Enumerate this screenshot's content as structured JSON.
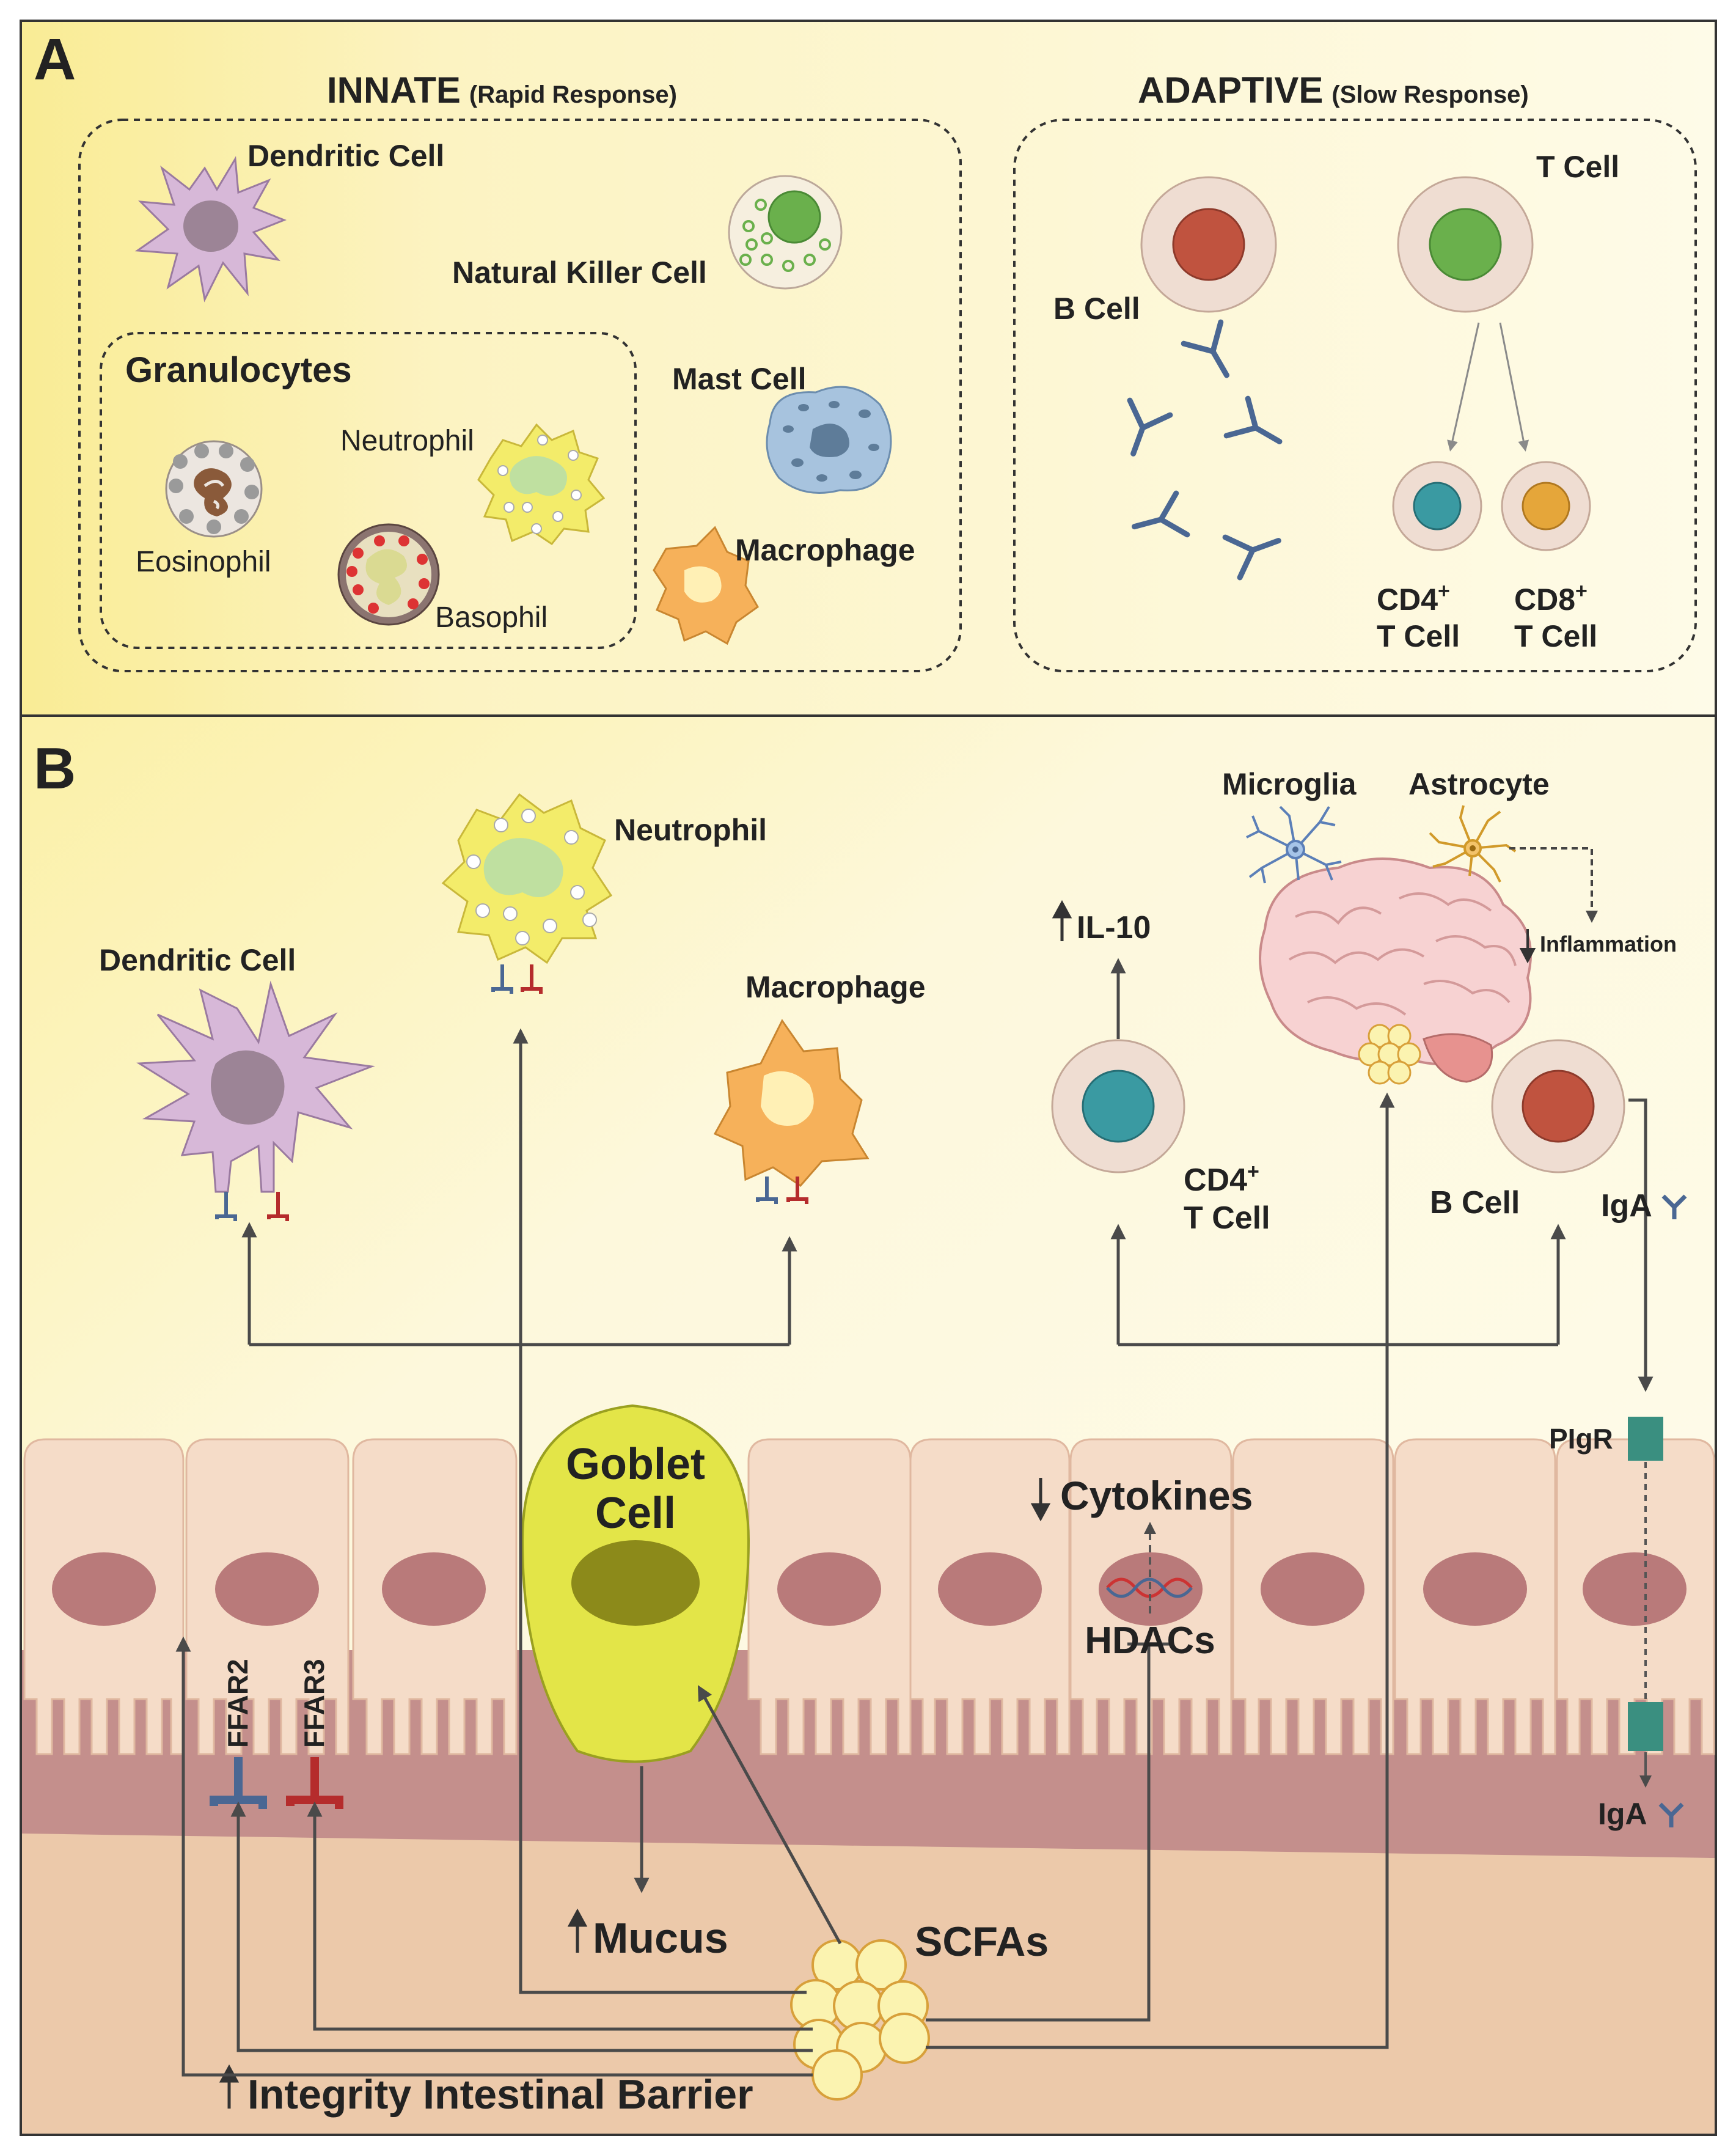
{
  "panel_a": {
    "letter": "A",
    "innate": {
      "title": "INNATE",
      "subtitle": "(Rapid Response)",
      "dendritic": "Dendritic Cell",
      "nk": "Natural Killer Cell",
      "mast": "Mast Cell",
      "macrophage": "Macrophage",
      "granulocytes": {
        "title": "Granulocytes",
        "neutrophil": "Neutrophil",
        "eosinophil": "Eosinophil",
        "basophil": "Basophil"
      }
    },
    "adaptive": {
      "title": "ADAPTIVE",
      "subtitle": "(Slow Response)",
      "t_cell": "T Cell",
      "b_cell": "B Cell",
      "cd4_line1": "CD4",
      "cd4_sup": "+",
      "cd4_line2": "T Cell",
      "cd8_line1": "CD8",
      "cd8_sup": "+",
      "cd8_line2": "T Cell"
    }
  },
  "panel_b": {
    "letter": "B",
    "neutrophil": "Neutrophil",
    "dendritic": "Dendritic Cell",
    "macrophage": "Macrophage",
    "il10": "IL-10",
    "microglia": "Microglia",
    "astrocyte": "Astrocyte",
    "inflammation": "Inflammation",
    "cd4_line1": "CD4",
    "cd4_sup": "+",
    "cd4_line2": "T Cell",
    "b_cell": "B Cell",
    "iga_top": "IgA",
    "pigr": "PIgR",
    "iga_bottom": "IgA",
    "goblet_line1": "Goblet",
    "goblet_line2": "Cell",
    "cytokines": "Cytokines",
    "hdacs": "HDACs",
    "ffar2": "FFAR2",
    "ffar3": "FFAR3",
    "mucus": "Mucus",
    "scfas": "SCFAs",
    "barrier": "Integrity Intestinal Barrier"
  },
  "colors": {
    "bg_yellow": "#fbf3b5",
    "dendritic": "#d7b8d8",
    "nk_nucleus": "#6ab04c",
    "mast": "#a7c3de",
    "macrophage": "#f6b15a",
    "neutrophil": "#f3ec6a",
    "b_nucleus": "#c0533f",
    "cd4_nucleus": "#3a9aa2",
    "cd8_nucleus": "#e5a63a",
    "antibody": "#4a6793",
    "ffar2": "#4a6793",
    "ffar3": "#b52c2c",
    "epithelium": "#f5dcc8",
    "lamina": "#c48f8c",
    "goblet": "#e3e548",
    "pigr": "#3a8f80",
    "arrow": "#4a4a4a"
  }
}
